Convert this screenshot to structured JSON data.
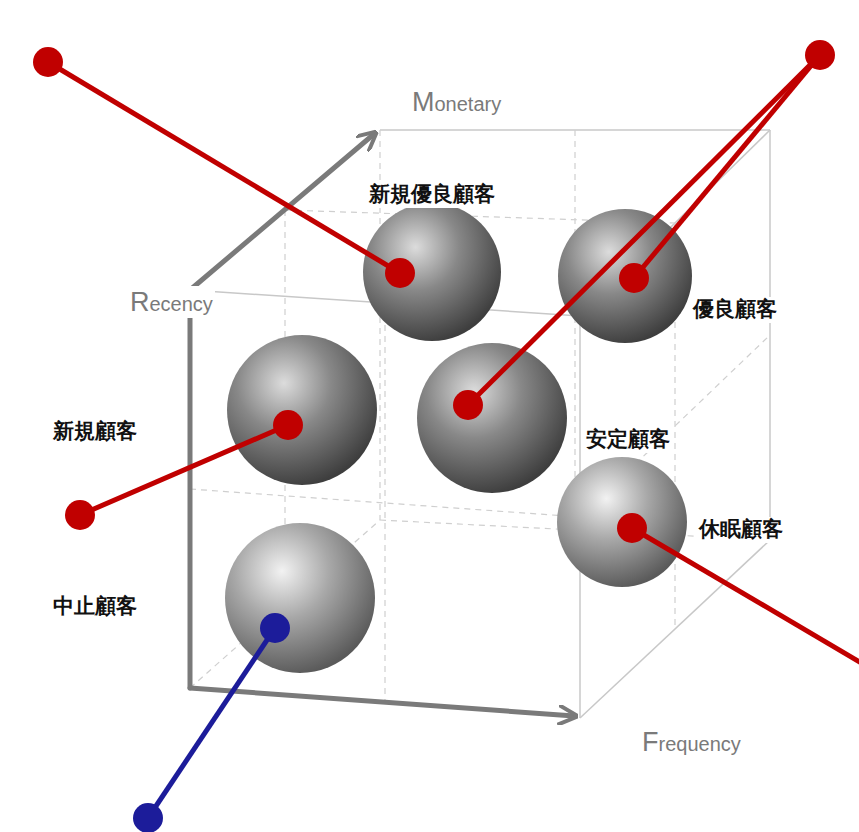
{
  "diagram": {
    "nodes": [
      {
        "text": [
          "新規優良顧客"
        ]
      },
      {
        "text": [
          "優良顧客"
        ]
      },
      {
        "text": [
          "新規顧客"
        ]
      },
      {
        "text": [
          "安定顧客"
        ]
      },
      {
        "text": [
          "休眠顧客"
        ]
      },
      {
        "text": [
          "中止顧客"
        ]
      }
    ],
    "labels": [
      "Monetary",
      "Recency",
      "Frequency"
    ]
  }
}
